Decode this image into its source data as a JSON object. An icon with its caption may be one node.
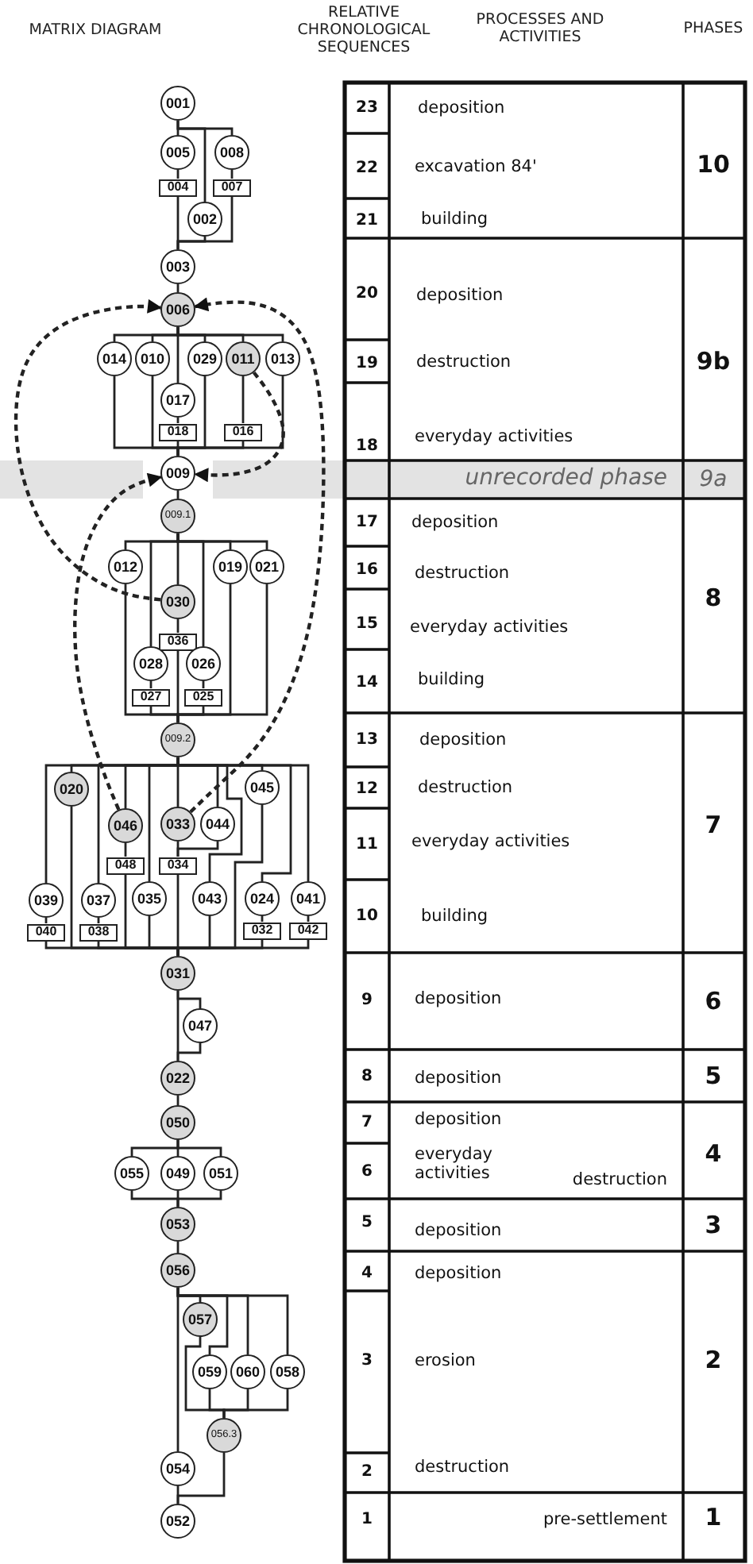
{
  "diagram": {
    "nodes": [
      {
        "text": [
          "001"
        ]
      },
      {
        "text": [
          "005"
        ]
      },
      {
        "text": [
          "008"
        ]
      },
      {
        "text": [
          "004"
        ]
      },
      {
        "text": [
          "007"
        ]
      },
      {
        "text": [
          "002"
        ]
      },
      {
        "text": [
          "003"
        ]
      },
      {
        "text": [
          "006"
        ]
      },
      {
        "text": [
          "014"
        ]
      },
      {
        "text": [
          "010"
        ]
      },
      {
        "text": [
          "029"
        ]
      },
      {
        "text": [
          "011"
        ]
      },
      {
        "text": [
          "013"
        ]
      },
      {
        "text": [
          "017"
        ]
      },
      {
        "text": [
          "018"
        ]
      },
      {
        "text": [
          "016"
        ]
      },
      {
        "text": [
          "009"
        ]
      },
      {
        "text": [
          "009.1"
        ]
      },
      {
        "text": [
          "012"
        ]
      },
      {
        "text": [
          "019"
        ]
      },
      {
        "text": [
          "021"
        ]
      },
      {
        "text": [
          "030"
        ]
      },
      {
        "text": [
          "036"
        ]
      },
      {
        "text": [
          "028"
        ]
      },
      {
        "text": [
          "026"
        ]
      },
      {
        "text": [
          "027"
        ]
      },
      {
        "text": [
          "025"
        ]
      },
      {
        "text": [
          "009.2"
        ]
      },
      {
        "text": [
          "020"
        ]
      },
      {
        "text": [
          "045"
        ]
      },
      {
        "text": [
          "046"
        ]
      },
      {
        "text": [
          "033"
        ]
      },
      {
        "text": [
          "044"
        ]
      },
      {
        "text": [
          "048"
        ]
      },
      {
        "text": [
          "034"
        ]
      },
      {
        "text": [
          "039"
        ]
      },
      {
        "text": [
          "037"
        ]
      },
      {
        "text": [
          "035"
        ]
      },
      {
        "text": [
          "043"
        ]
      },
      {
        "text": [
          "024"
        ]
      },
      {
        "text": [
          "041"
        ]
      },
      {
        "text": [
          "040"
        ]
      },
      {
        "text": [
          "038"
        ]
      },
      {
        "text": [
          "032"
        ]
      },
      {
        "text": [
          "042"
        ]
      },
      {
        "text": [
          "031"
        ]
      },
      {
        "text": [
          "047"
        ]
      },
      {
        "text": [
          "022"
        ]
      },
      {
        "text": [
          "050"
        ]
      },
      {
        "text": [
          "055"
        ]
      },
      {
        "text": [
          "049"
        ]
      },
      {
        "text": [
          "051"
        ]
      },
      {
        "text": [
          "053"
        ]
      },
      {
        "text": [
          "056"
        ]
      },
      {
        "text": [
          "057"
        ]
      },
      {
        "text": [
          "059"
        ]
      },
      {
        "text": [
          "060"
        ]
      },
      {
        "text": [
          "058"
        ]
      },
      {
        "text": [
          "056.3"
        ]
      },
      {
        "text": [
          "054"
        ]
      },
      {
        "text": [
          "052"
        ]
      }
    ],
    "edges": [
      {
        "from": 0,
        "to": 1,
        "arrow": "none"
      },
      {
        "from": 0,
        "to": 5,
        "arrow": "none"
      },
      {
        "from": 0,
        "to": 2,
        "arrow": "none"
      },
      {
        "from": 1,
        "to": 3,
        "arrow": "none"
      },
      {
        "from": 2,
        "to": 4,
        "arrow": "none"
      },
      {
        "from": 3,
        "to": 6,
        "arrow": "none"
      },
      {
        "from": 5,
        "to": 6,
        "arrow": "none"
      },
      {
        "from": 4,
        "to": 6,
        "arrow": "none"
      },
      {
        "from": 6,
        "to": 7,
        "arrow": "none"
      },
      {
        "from": 7,
        "to": 8,
        "arrow": "none"
      },
      {
        "from": 7,
        "to": 9,
        "arrow": "none"
      },
      {
        "from": 7,
        "to": 13,
        "arrow": "none"
      },
      {
        "from": 7,
        "to": 10,
        "arrow": "none"
      },
      {
        "from": 7,
        "to": 11,
        "arrow": "none"
      },
      {
        "from": 7,
        "to": 12,
        "arrow": "none"
      },
      {
        "from": 13,
        "to": 14,
        "arrow": "none"
      },
      {
        "from": 11,
        "to": 15,
        "arrow": "none"
      },
      {
        "from": 8,
        "to": 16,
        "arrow": "none"
      },
      {
        "from": 9,
        "to": 16,
        "arrow": "none"
      },
      {
        "from": 14,
        "to": 16,
        "arrow": "none"
      },
      {
        "from": 10,
        "to": 16,
        "arrow": "none"
      },
      {
        "from": 15,
        "to": 16,
        "arrow": "none"
      },
      {
        "from": 12,
        "to": 16,
        "arrow": "none"
      },
      {
        "from": 16,
        "to": 17,
        "arrow": "none"
      },
      {
        "from": 17,
        "to": 18,
        "arrow": "none"
      },
      {
        "from": 17,
        "to": 23,
        "arrow": "none"
      },
      {
        "from": 17,
        "to": 21,
        "arrow": "none"
      },
      {
        "from": 17,
        "to": 24,
        "arrow": "none"
      },
      {
        "from": 17,
        "to": 19,
        "arrow": "none"
      },
      {
        "from": 17,
        "to": 20,
        "arrow": "none"
      },
      {
        "from": 21,
        "to": 22,
        "arrow": "none"
      },
      {
        "from": 23,
        "to": 25,
        "arrow": "none"
      },
      {
        "from": 24,
        "to": 26,
        "arrow": "none"
      },
      {
        "from": 18,
        "to": 27,
        "arrow": "none"
      },
      {
        "from": 25,
        "to": 27,
        "arrow": "none"
      },
      {
        "from": 22,
        "to": 27,
        "arrow": "none"
      },
      {
        "from": 26,
        "to": 27,
        "arrow": "none"
      },
      {
        "from": 19,
        "to": 27,
        "arrow": "none"
      },
      {
        "from": 20,
        "to": 27,
        "arrow": "none"
      },
      {
        "from": 27,
        "to": 35,
        "arrow": "none"
      },
      {
        "from": 27,
        "to": 28,
        "arrow": "none"
      },
      {
        "from": 27,
        "to": 36,
        "arrow": "none"
      },
      {
        "from": 27,
        "to": 30,
        "arrow": "none"
      },
      {
        "from": 27,
        "to": 37,
        "arrow": "none"
      },
      {
        "from": 27,
        "to": 31,
        "arrow": "none"
      },
      {
        "from": 27,
        "to": 32,
        "arrow": "none"
      },
      {
        "from": 27,
        "to": 38,
        "arrow": "none"
      },
      {
        "from": 27,
        "to": 29,
        "arrow": "none"
      },
      {
        "from": 27,
        "to": 39,
        "arrow": "none"
      },
      {
        "from": 27,
        "to": 40,
        "arrow": "none"
      },
      {
        "from": 30,
        "to": 33,
        "arrow": "none"
      },
      {
        "from": 31,
        "to": 34,
        "arrow": "none"
      },
      {
        "from": 32,
        "to": 34,
        "arrow": "none"
      },
      {
        "from": 35,
        "to": 41,
        "arrow": "none"
      },
      {
        "from": 36,
        "to": 42,
        "arrow": "none"
      },
      {
        "from": 39,
        "to": 43,
        "arrow": "none"
      },
      {
        "from": 40,
        "to": 44,
        "arrow": "none"
      },
      {
        "from": 41,
        "to": 45,
        "arrow": "none"
      },
      {
        "from": 28,
        "to": 45,
        "arrow": "none"
      },
      {
        "from": 42,
        "to": 45,
        "arrow": "none"
      },
      {
        "from": 33,
        "to": 45,
        "arrow": "none"
      },
      {
        "from": 37,
        "to": 45,
        "arrow": "none"
      },
      {
        "from": 34,
        "to": 45,
        "arrow": "none"
      },
      {
        "from": 38,
        "to": 45,
        "arrow": "none"
      },
      {
        "from": 29,
        "to": 45,
        "arrow": "none"
      },
      {
        "from": 43,
        "to": 45,
        "arrow": "none"
      },
      {
        "from": 44,
        "to": 45,
        "arrow": "none"
      },
      {
        "from": 45,
        "to": 46,
        "arrow": "none"
      },
      {
        "from": 45,
        "to": 47,
        "arrow": "none"
      },
      {
        "from": 46,
        "to": 47,
        "arrow": "none"
      },
      {
        "from": 47,
        "to": 48,
        "arrow": "none"
      },
      {
        "from": 48,
        "to": 49,
        "arrow": "none"
      },
      {
        "from": 48,
        "to": 50,
        "arrow": "none"
      },
      {
        "from": 48,
        "to": 51,
        "arrow": "none"
      },
      {
        "from": 49,
        "to": 52,
        "arrow": "none"
      },
      {
        "from": 50,
        "to": 52,
        "arrow": "none"
      },
      {
        "from": 51,
        "to": 52,
        "arrow": "none"
      },
      {
        "from": 52,
        "to": 53,
        "arrow": "none"
      },
      {
        "from": 53,
        "to": 54,
        "arrow": "none"
      },
      {
        "from": 53,
        "to": 55,
        "arrow": "none"
      },
      {
        "from": 53,
        "to": 56,
        "arrow": "none"
      },
      {
        "from": 53,
        "to": 57,
        "arrow": "none"
      },
      {
        "from": 53,
        "to": 59,
        "arrow": "none"
      },
      {
        "from": 54,
        "to": 58,
        "arrow": "none"
      },
      {
        "from": 55,
        "to": 58,
        "arrow": "none"
      },
      {
        "from": 56,
        "to": 58,
        "arrow": "none"
      },
      {
        "from": 57,
        "to": 58,
        "arrow": "none"
      },
      {
        "from": 58,
        "to": 60,
        "arrow": "none"
      },
      {
        "from": 59,
        "to": 60,
        "arrow": "none"
      },
      {
        "from": 11,
        "to": 16,
        "arrow": "to",
        "style": "dashed"
      },
      {
        "from": 21,
        "to": 7,
        "arrow": "to",
        "style": "dashed"
      },
      {
        "from": 31,
        "to": 7,
        "arrow": "to",
        "style": "dashed"
      },
      {
        "from": 30,
        "to": 16,
        "arrow": "to",
        "style": "dashed"
      }
    ],
    "labels": [
      "MATRIX DIAGRAM",
      "RELATIVE CHRONOLOGICAL SEQUENCES",
      "PROCESSES AND ACTIVITIES",
      "PHASES",
      "23",
      "deposition",
      "10",
      "22",
      "excavation 84'",
      "21",
      "building",
      "20",
      "deposition",
      "9b",
      "19",
      "destruction",
      "18",
      "everyday activities",
      "unrecorded phase",
      "9a",
      "17",
      "deposition",
      "8",
      "16",
      "destruction",
      "15",
      "everyday activities",
      "14",
      "building",
      "13",
      "deposition",
      "7",
      "12",
      "destruction",
      "11",
      "everyday activities",
      "10",
      "building",
      "9",
      "deposition",
      "6",
      "8",
      "deposition",
      "5",
      "7",
      "deposition",
      "4",
      "6",
      "everyday activities",
      "destruction",
      "5",
      "deposition",
      "3",
      "4",
      "deposition",
      "2",
      "3",
      "erosion",
      "2",
      "destruction",
      "1",
      "pre-settlement",
      "1"
    ]
  }
}
